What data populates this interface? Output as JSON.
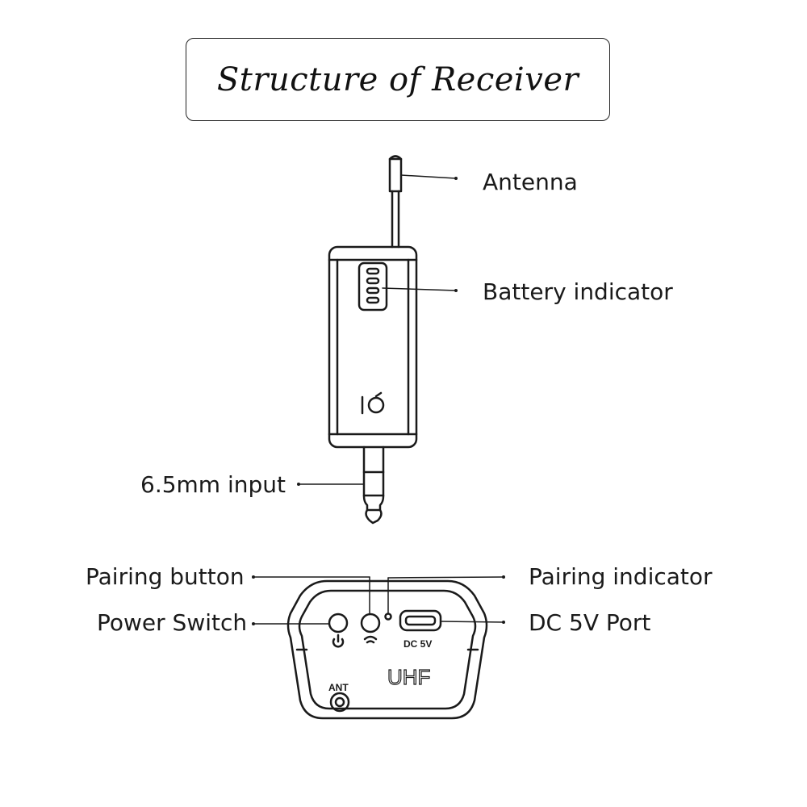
{
  "title": "Structure of Receiver",
  "labels": {
    "antenna": "Antenna",
    "battery_indicator": "Battery indicator",
    "input": "6.5mm input",
    "pairing_button": "Pairing button",
    "pairing_indicator": "Pairing indicator",
    "power_switch": "Power Switch",
    "dc_port": "DC 5V Port"
  },
  "device_markings": {
    "dc_label": "DC 5V",
    "band": "UHF",
    "ant": "ANT"
  },
  "colors": {
    "line": "#1a1a1a",
    "background": "#ffffff"
  }
}
